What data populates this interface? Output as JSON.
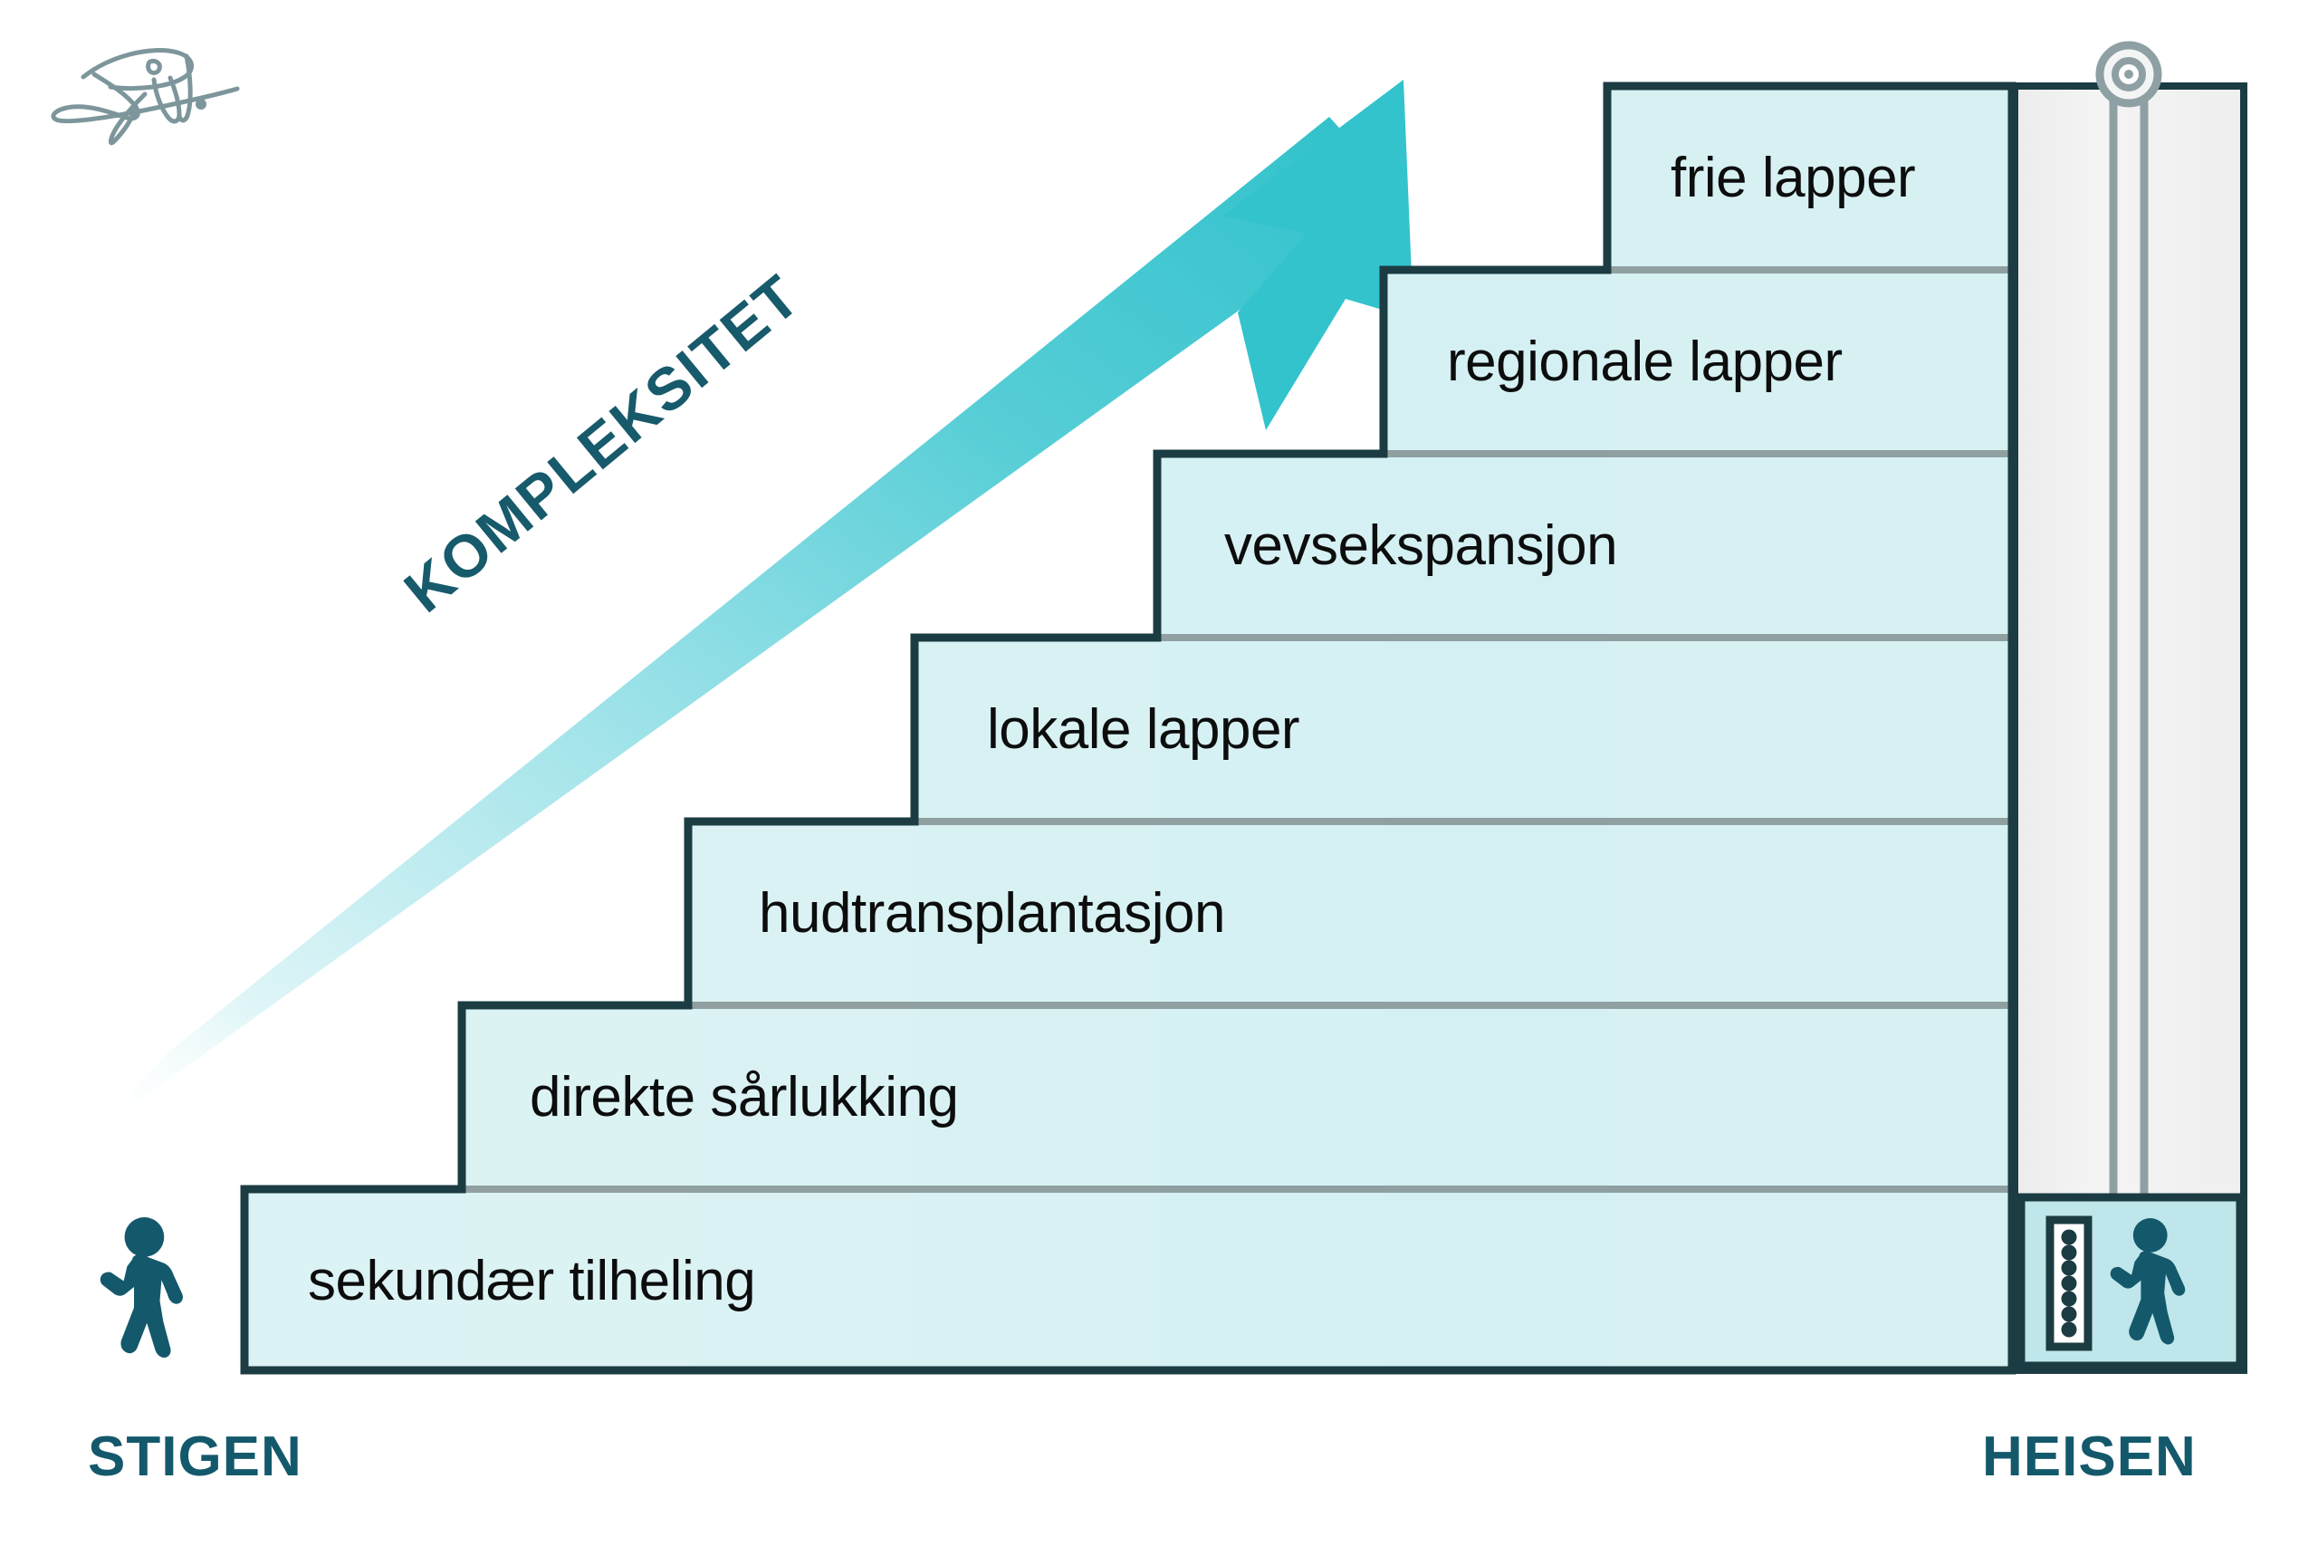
{
  "diagram": {
    "title_left": "STIGEN",
    "title_right": "HEISEN",
    "axis_label": "KOMPLEKSITET",
    "colors": {
      "step_fill": "#d4f0f2",
      "step_fill_light": "#dff4f4",
      "step_outline": "#1b3c42",
      "step_separator": "#8d9b9b",
      "shaft_fill": "#f0f1f1",
      "shaft_outline": "#1b3c42",
      "cable": "#8ea0a3",
      "car_fill": "#bfe6ea",
      "accent_teal": "#14596b",
      "arrow_cyan": "#33c3cd",
      "arrow_cyan_fade": "#d9f3f6",
      "signature": "#7d969b",
      "label_text": "#0d0d0d"
    },
    "steps": [
      {
        "label": "sekundær tilheling",
        "level": 1
      },
      {
        "label": "direkte sårlukking",
        "level": 2
      },
      {
        "label": "hudtransplantasjon",
        "level": 3
      },
      {
        "label": "lokale lapper",
        "level": 4
      },
      {
        "label": "vevsekspansjon",
        "level": 5
      },
      {
        "label": "regionale lapper",
        "level": 6
      },
      {
        "label": "frie lapper",
        "level": 7
      }
    ],
    "elevator": {
      "pulley": "pulley-wheel",
      "cables": 2,
      "car_occupant": "walking-person",
      "button_panel_buttons": 7
    },
    "stairs_figure": "walking-person",
    "signature": "handwritten-signature"
  }
}
